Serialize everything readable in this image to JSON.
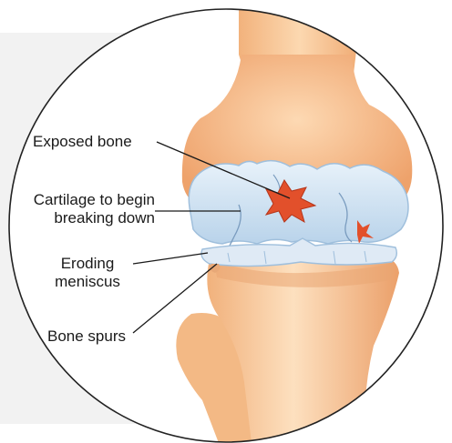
{
  "diagram": {
    "labels": {
      "exposed_bone": "Exposed bone",
      "cartilage_line1": "Cartilage to begin",
      "cartilage_line2": "breaking down",
      "meniscus_line1": "Eroding",
      "meniscus_line2": "meniscus",
      "bone_spurs": "Bone spurs"
    },
    "colors": {
      "bone": "#f7c89a",
      "bone_shadow": "#e8a877",
      "cartilage": "#cfe3f3",
      "cartilage_edge": "#9fbfdc",
      "meniscus": "#dfeaf5",
      "exposed_bone": "#e2502b",
      "circle_outline": "#222222",
      "leader_line": "#1a1a1a",
      "side_band": "#f2f2f2"
    }
  }
}
